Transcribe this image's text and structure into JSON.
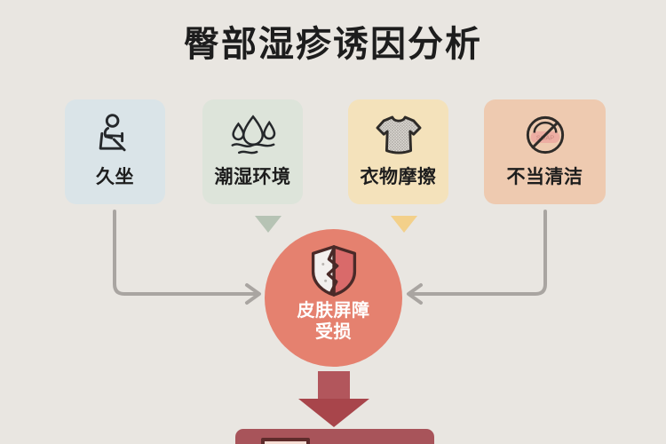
{
  "page": {
    "title": "臀部湿疹诱因分析",
    "background_color": "#e9e6e1"
  },
  "causes": [
    {
      "label": "久坐",
      "icon": "sitting-person-icon",
      "background_color": "#dae4e8",
      "arrow": "elbow-arrow-right"
    },
    {
      "label": "潮湿环境",
      "icon": "water-droplets-icon",
      "background_color": "#dde4da",
      "arrow": "triangle-arrow-down",
      "arrow_color": "#b6c3b4"
    },
    {
      "label": "衣物摩擦",
      "icon": "tshirt-icon",
      "background_color": "#f4e2bb",
      "arrow": "triangle-arrow-down",
      "arrow_color": "#f3d08a"
    },
    {
      "label": "不当清洁",
      "icon": "no-soap-icon",
      "background_color": "#eecab0",
      "arrow": "elbow-arrow-left"
    }
  ],
  "center": {
    "label_line1": "皮肤屏障",
    "label_line2": "受损",
    "icon": "cracked-shield-icon",
    "background_color": "#e5816f",
    "text_color": "#ffffff"
  },
  "flow": {
    "down_arrow_color": "#a8454b",
    "connector_color": "#a9a5a1"
  },
  "outcome": {
    "icon": "bandage-patch-icon",
    "background_color": "#a8545a"
  }
}
